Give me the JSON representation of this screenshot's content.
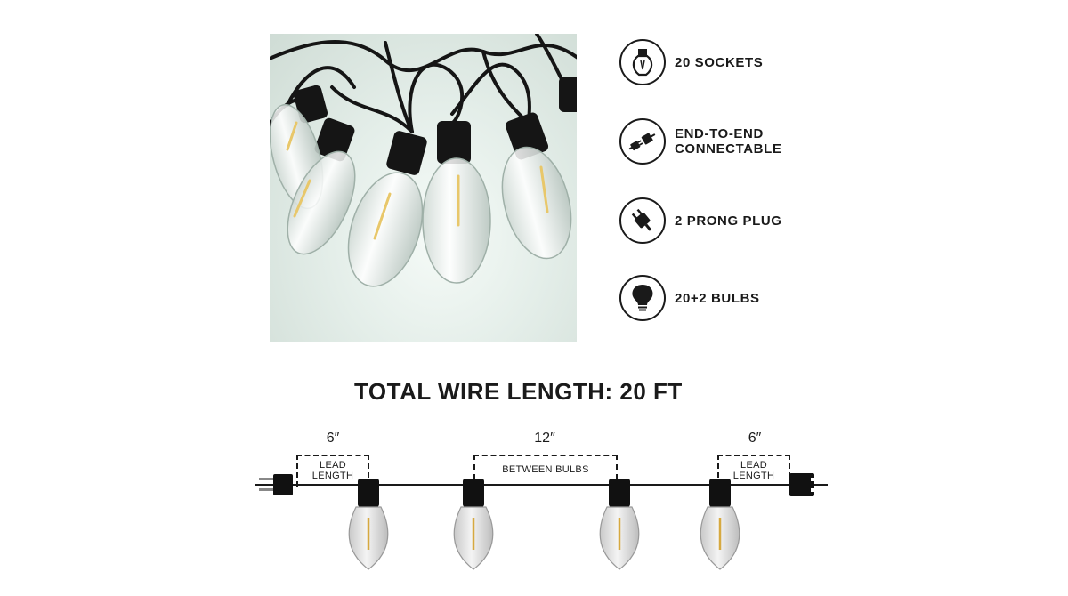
{
  "features": [
    {
      "icon": "bulb-socket-icon",
      "lines": [
        "20 SOCKETS"
      ]
    },
    {
      "icon": "connector-icon",
      "lines": [
        "END-TO-END",
        "CONNECTABLE"
      ]
    },
    {
      "icon": "plug-icon",
      "lines": [
        "2 PRONG PLUG"
      ]
    },
    {
      "icon": "bulb-icon",
      "lines": [
        "20+2 BULBS"
      ]
    }
  ],
  "total_label": "TOTAL WIRE LENGTH:",
  "total_value": "20 FT",
  "diagram": {
    "left_lead": {
      "dimension": "6″",
      "line1": "LEAD",
      "line2": "LENGTH"
    },
    "spacing": {
      "dimension": "12″",
      "label": "BETWEEN BULBS"
    },
    "right_lead": {
      "dimension": "6″",
      "line1": "LEAD",
      "line2": "LENGTH"
    }
  }
}
